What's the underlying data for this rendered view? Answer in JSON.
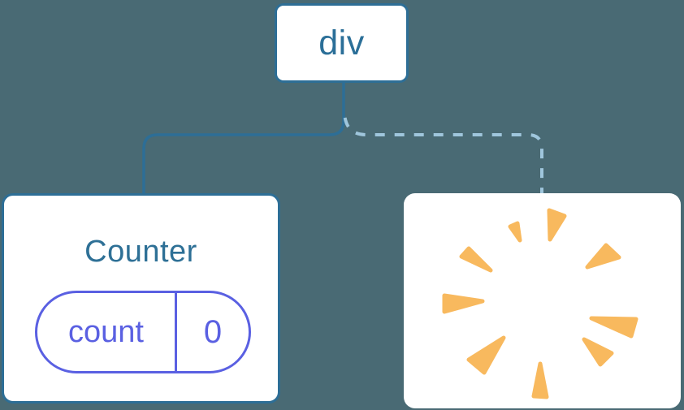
{
  "diagram": {
    "root_node": {
      "label": "div"
    },
    "counter_card": {
      "title": "Counter",
      "state_pill": {
        "key": "count",
        "value": "0"
      }
    },
    "removed_card": {
      "icon": "poof-burst-icon",
      "meaning": "component removed / state destroyed"
    },
    "edges": [
      {
        "style": "solid",
        "from": "div",
        "to": "Counter"
      },
      {
        "style": "dashed",
        "from": "div",
        "to": "removed-card"
      }
    ]
  },
  "colors": {
    "background": "#496a74",
    "stroke_primary": "#2d6e96",
    "stroke_dashed": "#9fc6dc",
    "card_bg": "#ffffff",
    "node_text": "#2b6f98",
    "title_text": "#2e7096",
    "state_indigo": "#5a60e2",
    "poof_orange": "#f8b95e"
  }
}
